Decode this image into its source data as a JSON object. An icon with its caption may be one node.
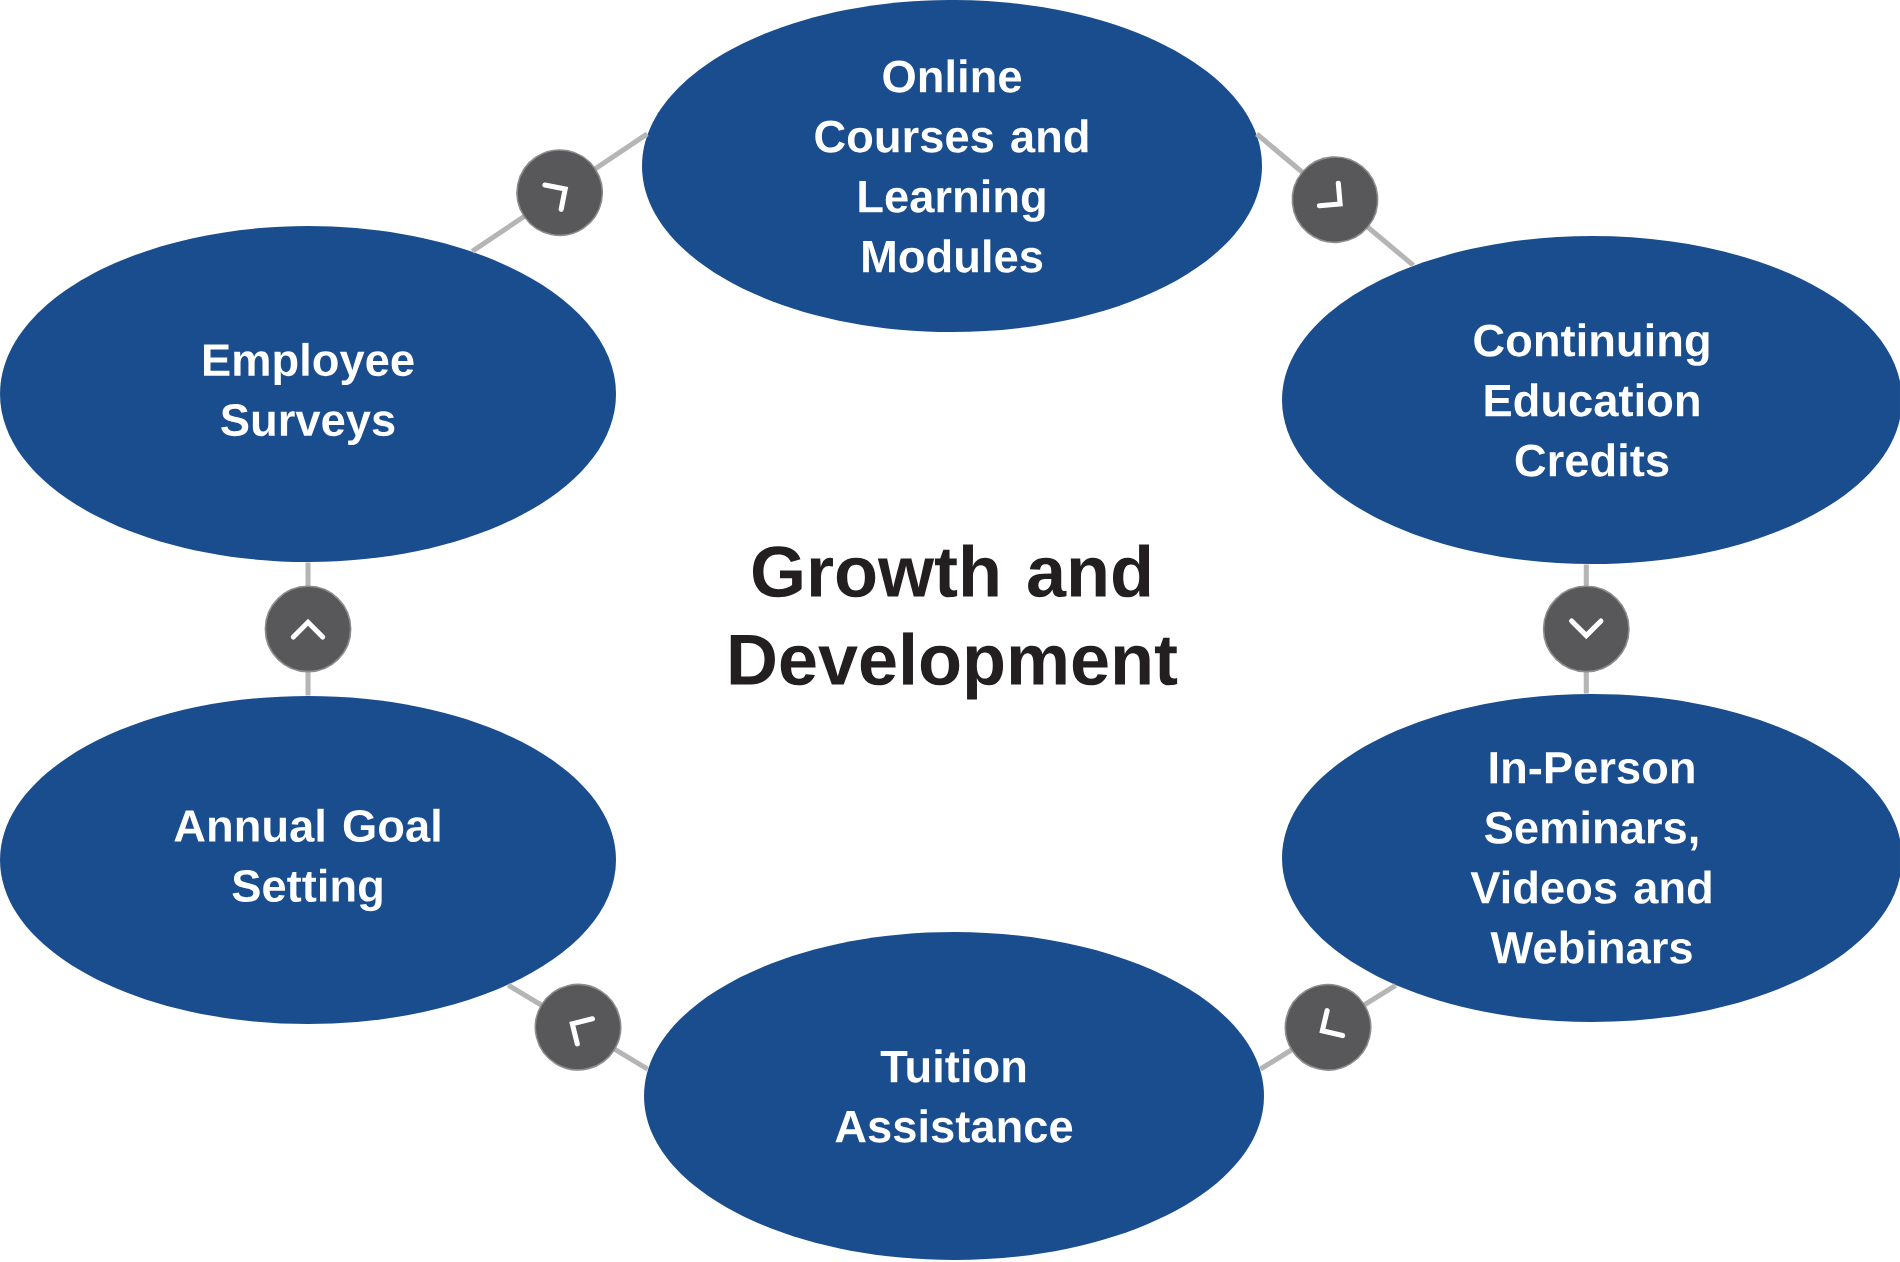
{
  "diagram": {
    "title": "Growth and Development",
    "nodes": [
      {
        "text": [
          "Online Courses and Learning Modules"
        ]
      },
      {
        "text": [
          "Employee Surveys"
        ]
      },
      {
        "text": [
          "Continuing Education Credits"
        ]
      },
      {
        "text": [
          "Annual Goal Setting"
        ]
      },
      {
        "text": [
          "In-Person Seminars, Videos and Webinars"
        ]
      },
      {
        "text": [
          "Tuition Assistance"
        ]
      }
    ],
    "edges": [
      {
        "from": 1,
        "to": 0,
        "arrow": "to"
      },
      {
        "from": 0,
        "to": 2,
        "arrow": "to"
      },
      {
        "from": 2,
        "to": 4,
        "arrow": "to"
      },
      {
        "from": 4,
        "to": 5,
        "arrow": "to"
      },
      {
        "from": 5,
        "to": 3,
        "arrow": "to"
      },
      {
        "from": 3,
        "to": 1,
        "arrow": "to"
      }
    ]
  }
}
